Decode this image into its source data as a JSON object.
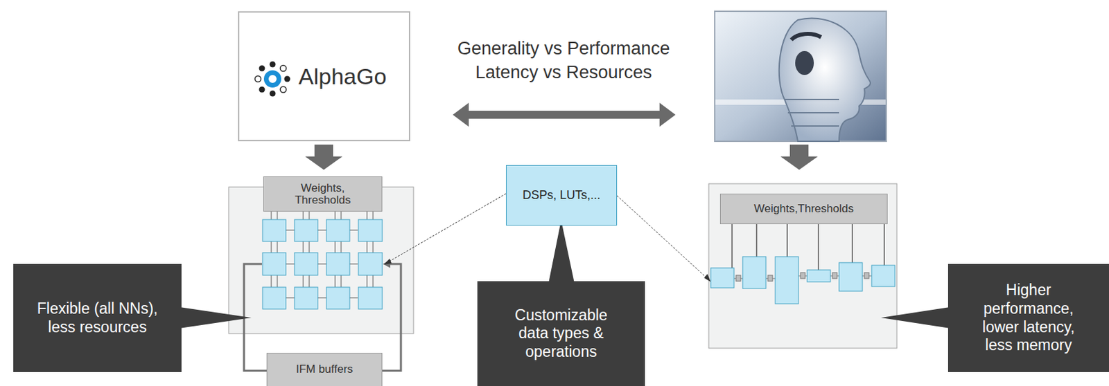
{
  "diagram": {
    "nodes": [
      {
        "text": [
          "AlphaGo"
        ]
      },
      {
        "text": [
          "Weights, Thresholds"
        ]
      },
      {
        "text": [
          "DSPs, LUTs,..."
        ]
      },
      {
        "text": [
          "Weights,Thresholds"
        ]
      },
      {
        "text": [
          "Flexible (all NNs), less resources"
        ]
      },
      {
        "text": [
          "Customizable data types & operations"
        ]
      },
      {
        "text": [
          "Higher performance, lower latency, less memory"
        ]
      },
      {
        "text": [
          "IFM buffers"
        ]
      }
    ],
    "labels": [
      "Generality vs Performance",
      "Latency vs Resources"
    ]
  }
}
